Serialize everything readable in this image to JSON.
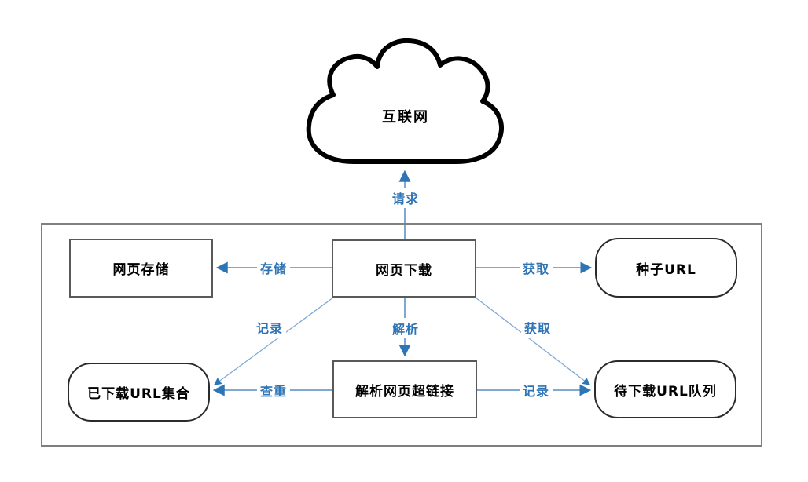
{
  "diagram": {
    "cloud": {
      "label": "互联网"
    },
    "nodes": {
      "storage": {
        "label": "网页存储"
      },
      "downloader": {
        "label": "网页下载"
      },
      "seed": {
        "label": "种子URL"
      },
      "downloaded_set": {
        "label": "已下载URL集合"
      },
      "parser": {
        "label": "解析网页超链接"
      },
      "queue": {
        "label": "待下载URL队列"
      }
    },
    "edges": {
      "request": "请求",
      "store": "存储",
      "fetch_seed": "获取",
      "record_set": "记录",
      "parse": "解析",
      "fetch_queue": "获取",
      "dedupe": "查重",
      "record_queue": "记录"
    },
    "colors": {
      "line": "#7FA9D4",
      "arrowhead": "#2E75B6",
      "edge_label": "#2E74B5",
      "rect_border": "#595959",
      "round_border": "#2b2b2b",
      "frame_border": "#7f7f7f",
      "cloud_stroke": "#000000"
    }
  }
}
